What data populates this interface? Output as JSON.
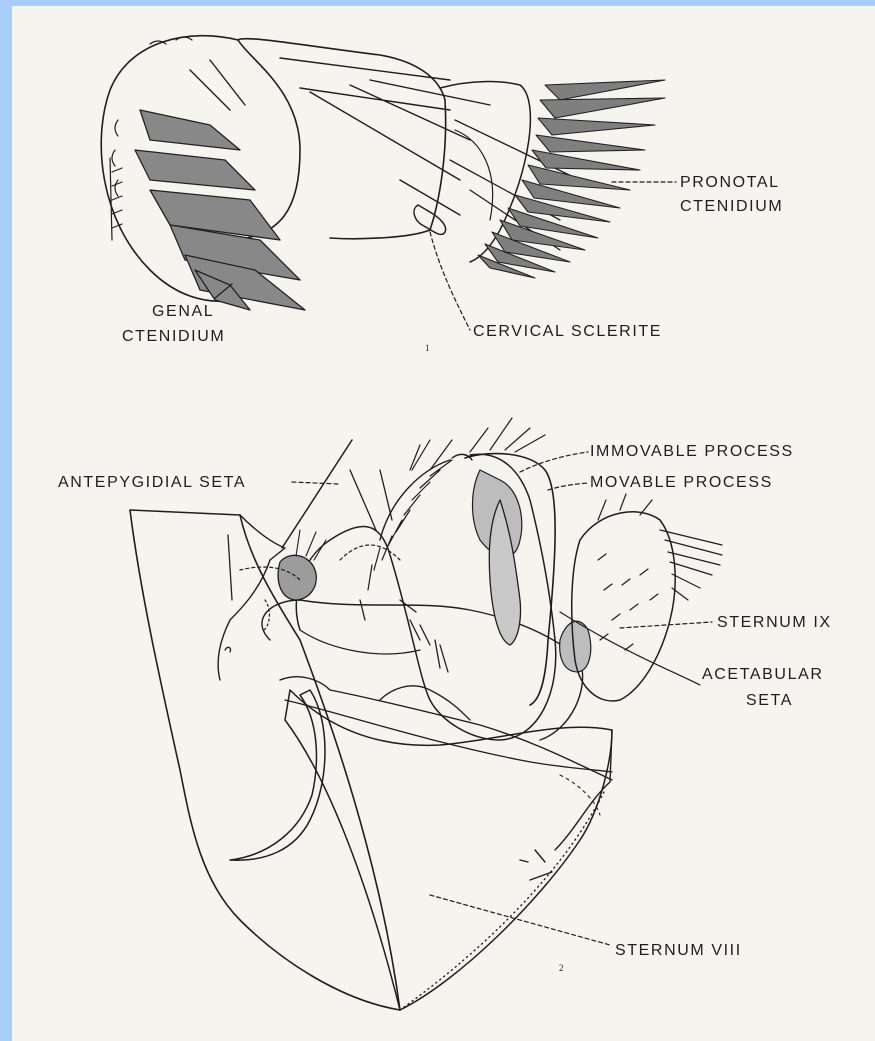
{
  "background_color": "#a9cdfb",
  "paper_color": "#f6f4ef",
  "ink_color": "#1e1e1e",
  "figure1": {
    "number": "1",
    "labels": {
      "pronotal_1": "PRONOTAL",
      "pronotal_2": "CTENIDIUM",
      "genal_1": "GENAL",
      "genal_2": "CTENIDIUM",
      "cervical": "CERVICAL SCLERITE"
    }
  },
  "figure2": {
    "number": "2",
    "labels": {
      "antepygidial": "ANTEPYGIDIAL SETA",
      "immovable": "IMMOVABLE PROCESS",
      "movable": "MOVABLE PROCESS",
      "sternum_ix": "STERNUM IX",
      "acetabular_1": "ACETABULAR",
      "acetabular_2": "SETA",
      "sternum_viii": "STERNUM VIII"
    }
  }
}
